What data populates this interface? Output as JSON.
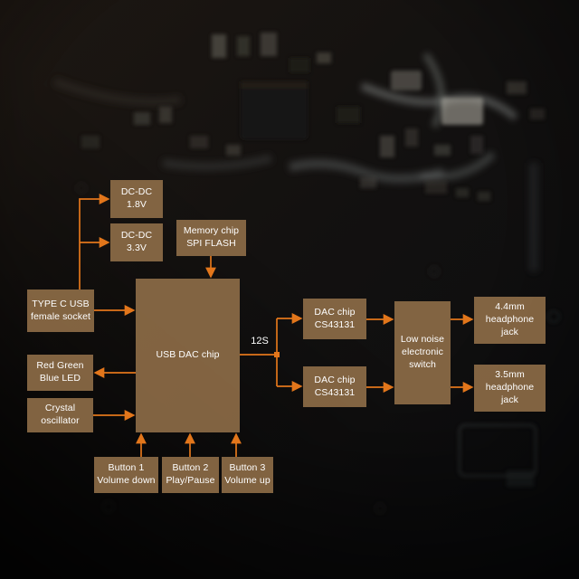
{
  "diagram": {
    "boxes": {
      "dcdc_1v8": "DC-DC\n1.8V",
      "dcdc_3v3": "DC-DC\n3.3V",
      "memory": "Memory chip\nSPI FLASH",
      "typec": "TYPE C USB\nfemale socket",
      "usb_dac": "USB DAC chip",
      "led": "Red Green\nBlue LED",
      "crystal": "Crystal\noscillator",
      "dac1": "DAC chip\nCS43131",
      "dac2": "DAC chip\nCS43131",
      "switch": "Low noise\nelectronic\nswitch",
      "jack44": "4.4mm\nheadphone\njack",
      "jack35": "3.5mm\nheadphone\njack",
      "btn1": "Button 1\nVolume down",
      "btn2": "Button 2\nPlay/Pause",
      "btn3": "Button 3\nVolume up"
    },
    "labels": {
      "bus": "12S"
    },
    "colors": {
      "box_fill": "#8b6a46",
      "arrow": "#e2761b",
      "text": "#ffffff"
    }
  }
}
